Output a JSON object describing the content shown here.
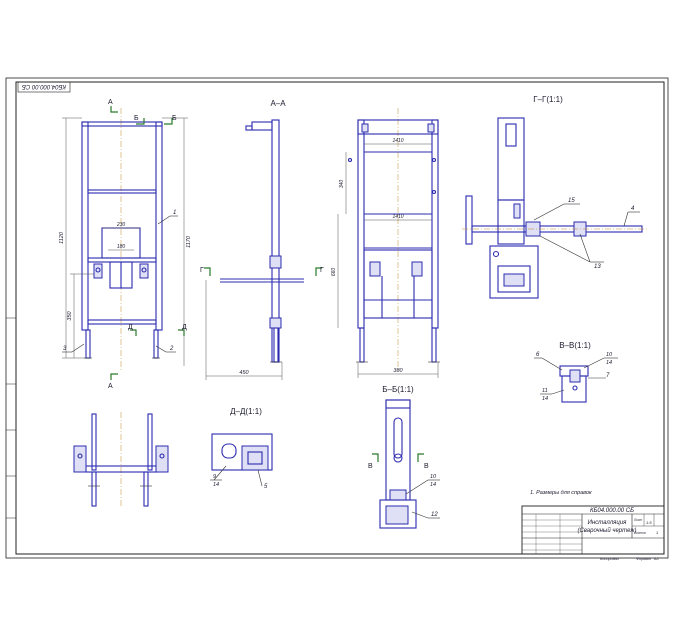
{
  "sheet": {
    "stamp_top": "КБ04.000.00 СБ",
    "designation": "КБ04.000.00 СБ",
    "title_line1": "Инсталляция",
    "title_line2": "(Сварочный чертеж)",
    "note": "1. Размеры для справок",
    "sheet_label": "Лист",
    "scale": "1:5",
    "sheets_label": "Листов",
    "sheets": "1",
    "format_label": "Формат",
    "format": "A3",
    "copy_label": "Копировал"
  },
  "views": {
    "aa": "А–А",
    "gg": "Г–Г(1:1)",
    "vv": "В–В(1:1)",
    "dd": "Д–Д(1:1)",
    "bb": "Б–Б(1:1)"
  },
  "cut_letters": {
    "a": "А",
    "b": "Б",
    "g": "Г",
    "d": "Д",
    "v": "В"
  },
  "dims": {
    "h_overall": "1120",
    "h_right": "1170",
    "h_lower": "350",
    "w_inner": "230",
    "w_small": "180",
    "w_side": "450",
    "w_front": "380",
    "f_w1": "1410",
    "f_w2": "1410",
    "f_h1": "340",
    "f_h2": "660"
  },
  "balloons": {
    "p1": "1",
    "p2": "2",
    "p3": "3",
    "p4": "4",
    "p5": "5",
    "p6": "6",
    "p7": "7",
    "p9": "9",
    "p9s": "14",
    "p10": "10",
    "p10s": "14",
    "p11": "11",
    "p11s": "14",
    "p12": "12",
    "p13": "13",
    "p15": "15",
    "bb10": "10",
    "bb10s": "14",
    "bb12": "12"
  },
  "colors": {
    "line": "#2b2bb0",
    "axis": "#c08a2a",
    "cut": "#2a7a2a"
  }
}
